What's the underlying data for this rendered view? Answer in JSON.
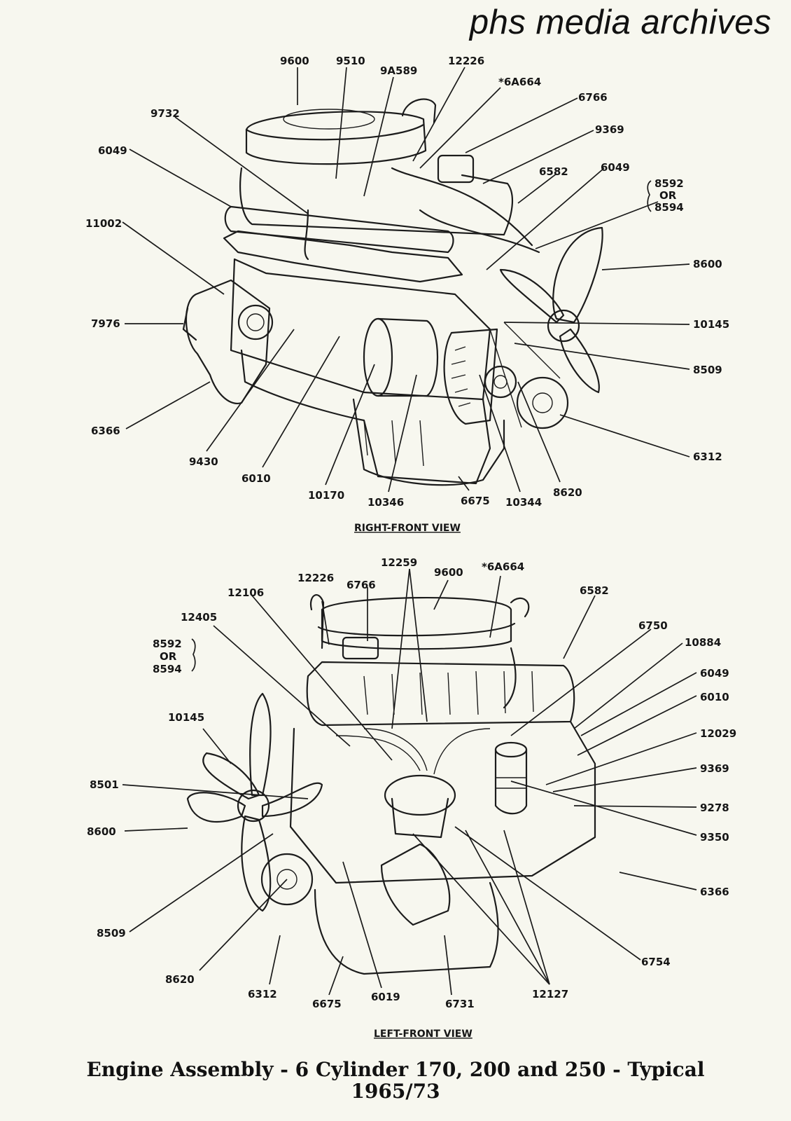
{
  "watermark": "phs media archives",
  "views": [
    {
      "label": "RIGHT-FRONT VIEW",
      "callouts": [
        "9600",
        "9510",
        "9A589",
        "12226",
        "*6A664",
        "6766",
        "9369",
        "6582",
        "6049",
        "9732",
        "6049",
        "11002",
        "8600",
        "7976",
        "10145",
        "8509",
        "6312",
        "6366",
        "9430",
        "6010",
        "10170",
        "10346",
        "6675",
        "10344",
        "8620"
      ],
      "bracket_labels": [
        "8592",
        "OR",
        "8594"
      ]
    },
    {
      "label": "LEFT-FRONT VIEW",
      "callouts": [
        "12259",
        "9600",
        "*6A664",
        "12226",
        "6766",
        "12106",
        "6582",
        "12405",
        "6750",
        "10884",
        "6049",
        "6010",
        "10145",
        "12029",
        "8501",
        "9369",
        "9278",
        "8600",
        "9350",
        "6366",
        "8509",
        "6754",
        "8620",
        "6312",
        "6675",
        "6019",
        "6731",
        "12127"
      ],
      "bracket_labels": [
        "8592",
        "OR",
        "8594"
      ]
    }
  ],
  "caption": {
    "line1": "Engine Assembly - 6 Cylinder 170, 200 and 250 - Typical",
    "line2": "1965/73"
  }
}
